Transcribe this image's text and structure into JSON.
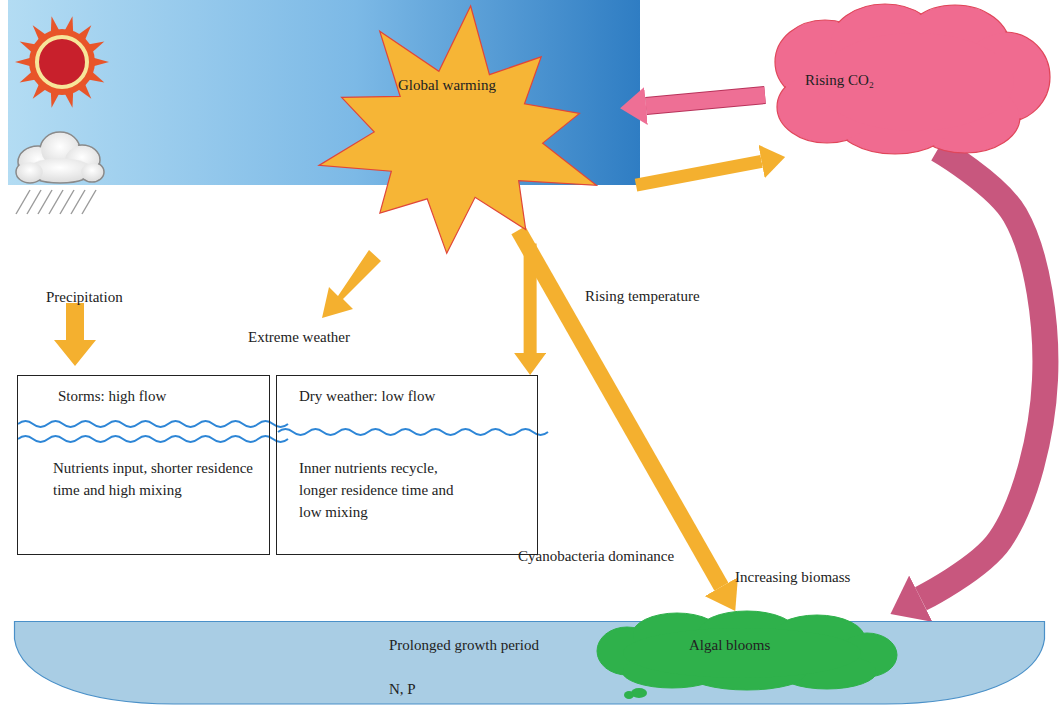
{
  "diagram": {
    "nodes": [
      {
        "text": [
          "Global warming"
        ]
      },
      {
        "text": [
          "Rising CO₂"
        ]
      },
      {
        "text": [
          "Storms: high flow",
          "Nutrients input, shorter residence time and high mixing"
        ]
      },
      {
        "text": [
          "Dry weather: low flow",
          "Inner nutrients recycle, longer residence time and low mixing"
        ]
      },
      {
        "text": [
          "Prolonged growth period",
          "N, P"
        ]
      },
      {
        "text": [
          "Algal blooms"
        ],
        "in": 4
      }
    ],
    "edges": [
      {
        "from": 1,
        "to": 0,
        "arrow": "to"
      },
      {
        "from": 0,
        "to": 1,
        "arrow": "to"
      },
      {
        "from": 0,
        "to": 3,
        "arrow": "to"
      },
      {
        "from": 0,
        "to": 5,
        "arrow": "to"
      },
      {
        "from": 1,
        "to": 5,
        "arrow": "to"
      }
    ],
    "labels": [
      "Precipitation",
      "Extreme weather",
      "Rising temperature",
      "Cyanobacteria dominance",
      "Increasing biomass"
    ]
  }
}
